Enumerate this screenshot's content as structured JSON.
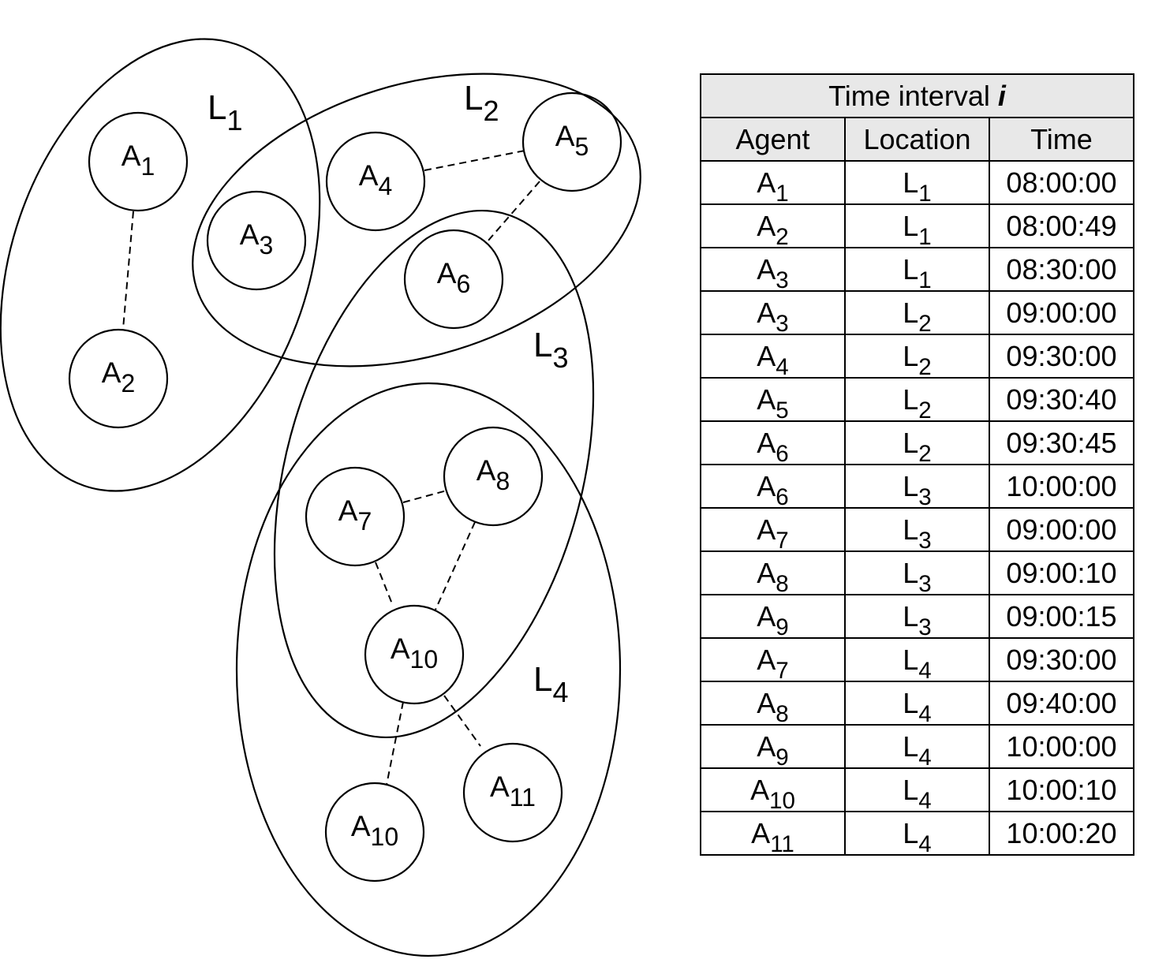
{
  "diagram": {
    "regions": [
      {
        "base": "L",
        "sub": "1"
      },
      {
        "base": "L",
        "sub": "2"
      },
      {
        "base": "L",
        "sub": "3"
      },
      {
        "base": "L",
        "sub": "4"
      }
    ],
    "nodes": [
      {
        "base": "A",
        "sub": "1"
      },
      {
        "base": "A",
        "sub": "2"
      },
      {
        "base": "A",
        "sub": "3"
      },
      {
        "base": "A",
        "sub": "4"
      },
      {
        "base": "A",
        "sub": "5"
      },
      {
        "base": "A",
        "sub": "6"
      },
      {
        "base": "A",
        "sub": "7"
      },
      {
        "base": "A",
        "sub": "8"
      },
      {
        "base": "A",
        "sub": "10"
      },
      {
        "base": "A",
        "sub": "10"
      },
      {
        "base": "A",
        "sub": "11"
      }
    ]
  },
  "table": {
    "title": "Time interval",
    "title_var": "i",
    "headers": [
      "Agent",
      "Location",
      "Time"
    ],
    "rows": [
      {
        "agent": {
          "base": "A",
          "sub": "1"
        },
        "location": {
          "base": "L",
          "sub": "1"
        },
        "time": "08:00:00"
      },
      {
        "agent": {
          "base": "A",
          "sub": "2"
        },
        "location": {
          "base": "L",
          "sub": "1"
        },
        "time": "08:00:49"
      },
      {
        "agent": {
          "base": "A",
          "sub": "3"
        },
        "location": {
          "base": "L",
          "sub": "1"
        },
        "time": "08:30:00"
      },
      {
        "agent": {
          "base": "A",
          "sub": "3"
        },
        "location": {
          "base": "L",
          "sub": "2"
        },
        "time": "09:00:00"
      },
      {
        "agent": {
          "base": "A",
          "sub": "4"
        },
        "location": {
          "base": "L",
          "sub": "2"
        },
        "time": "09:30:00"
      },
      {
        "agent": {
          "base": "A",
          "sub": "5"
        },
        "location": {
          "base": "L",
          "sub": "2"
        },
        "time": "09:30:40"
      },
      {
        "agent": {
          "base": "A",
          "sub": "6"
        },
        "location": {
          "base": "L",
          "sub": "2"
        },
        "time": "09:30:45"
      },
      {
        "agent": {
          "base": "A",
          "sub": "6"
        },
        "location": {
          "base": "L",
          "sub": "3"
        },
        "time": "10:00:00"
      },
      {
        "agent": {
          "base": "A",
          "sub": "7"
        },
        "location": {
          "base": "L",
          "sub": "3"
        },
        "time": "09:00:00"
      },
      {
        "agent": {
          "base": "A",
          "sub": "8"
        },
        "location": {
          "base": "L",
          "sub": "3"
        },
        "time": "09:00:10"
      },
      {
        "agent": {
          "base": "A",
          "sub": "9"
        },
        "location": {
          "base": "L",
          "sub": "3"
        },
        "time": "09:00:15"
      },
      {
        "agent": {
          "base": "A",
          "sub": "7"
        },
        "location": {
          "base": "L",
          "sub": "4"
        },
        "time": "09:30:00"
      },
      {
        "agent": {
          "base": "A",
          "sub": "8"
        },
        "location": {
          "base": "L",
          "sub": "4"
        },
        "time": "09:40:00"
      },
      {
        "agent": {
          "base": "A",
          "sub": "9"
        },
        "location": {
          "base": "L",
          "sub": "4"
        },
        "time": "10:00:00"
      },
      {
        "agent": {
          "base": "A",
          "sub": "10"
        },
        "location": {
          "base": "L",
          "sub": "4"
        },
        "time": "10:00:10"
      },
      {
        "agent": {
          "base": "A",
          "sub": "11"
        },
        "location": {
          "base": "L",
          "sub": "4"
        },
        "time": "10:00:20"
      }
    ]
  }
}
